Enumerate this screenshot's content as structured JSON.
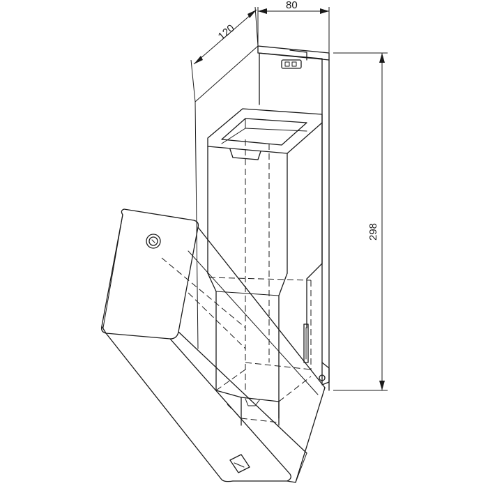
{
  "dimensions": {
    "depth": "120",
    "width": "80",
    "height": "298"
  },
  "colors": {
    "line": "#1a1a1a",
    "background": "#ffffff"
  }
}
